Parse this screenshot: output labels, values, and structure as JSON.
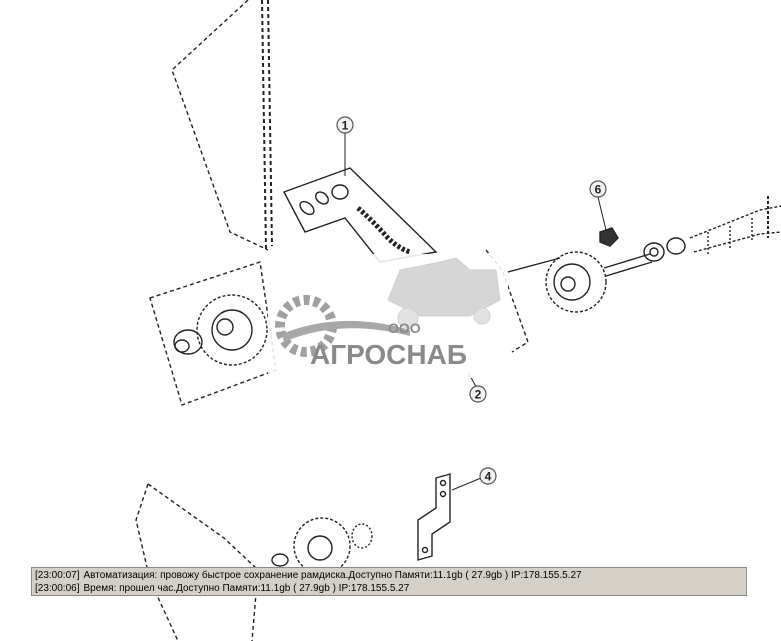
{
  "diagram": {
    "callouts": [
      {
        "id": "callout-1",
        "label": "1"
      },
      {
        "id": "callout-2",
        "label": "2"
      },
      {
        "id": "callout-4",
        "label": "4"
      },
      {
        "id": "callout-6",
        "label": "6"
      }
    ]
  },
  "watermark": {
    "prefix": "ООО",
    "company": "АГРОСНАБ",
    "color": "#8a8a8a"
  },
  "log": {
    "entries": [
      {
        "time": "[23:00:07]",
        "message": "Автоматизация: провожу быстрое сохранение рамдиска.Доступно Памяти:11.1gb  ( 27.9gb ) IP:178.155.5.27"
      },
      {
        "time": "[23:00:06]",
        "message": "Время: прошел час.Доступно Памяти:11.1gb  ( 27.9gb ) IP:178.155.5.27"
      }
    ],
    "background": "#d4d0c8"
  }
}
